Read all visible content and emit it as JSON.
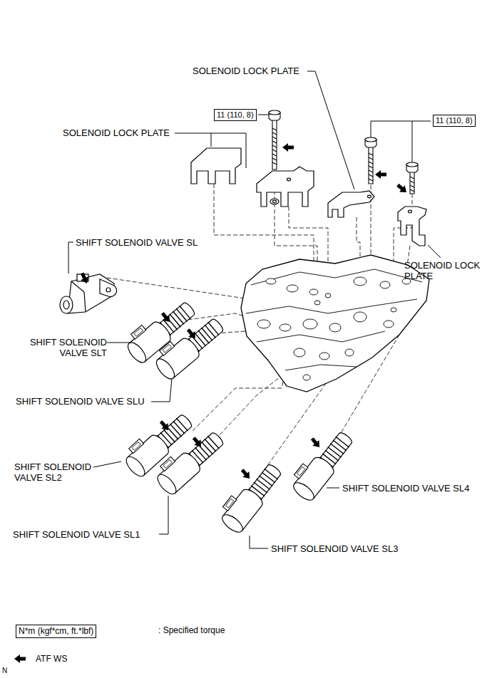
{
  "diagram": {
    "nodes": [
      {
        "text": [
          "11 (110, 8)"
        ]
      },
      {
        "text": [
          "11 (110, 8)"
        ]
      },
      {
        "text": [
          "N*m (kgf*cm, ft.*lbf)"
        ]
      }
    ],
    "labels": [
      "SOLENOID LOCK PLATE",
      "SOLENOID LOCK PLATE",
      "SHIFT SOLENOID VALVE SL",
      "SOLENOID LOCK PLATE",
      "SHIFT SOLENOID VALVE SLT",
      "SHIFT SOLENOID VALVE SLU",
      "SHIFT SOLENOID VALVE SL2",
      "SHIFT SOLENOID VALVE SL4",
      "SHIFT SOLENOID VALVE SL1",
      "SHIFT SOLENOID VALVE SL3",
      "N"
    ],
    "legend": [
      {
        "text": ": Specified torque"
      },
      {
        "text": "ATF WS"
      }
    ]
  }
}
